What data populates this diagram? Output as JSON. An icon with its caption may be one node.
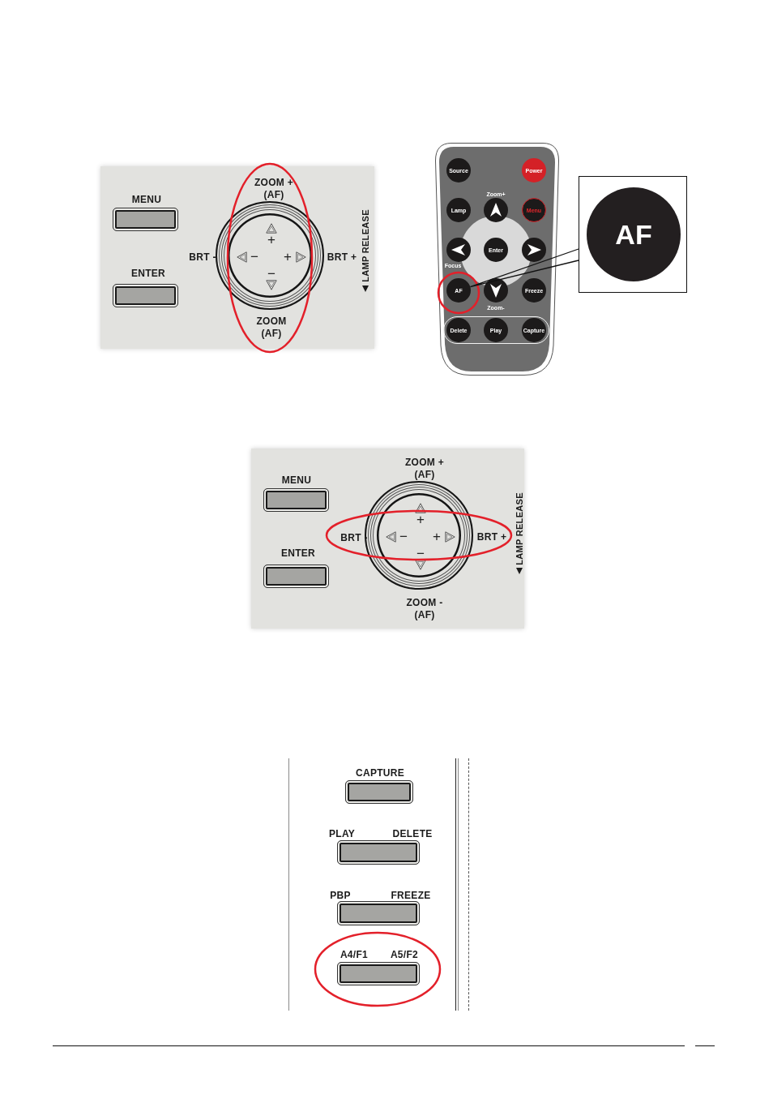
{
  "diagram": {
    "nodes": [
      {
        "text": [],
        "shape": "box"
      },
      {
        "text": [
          "MENU"
        ],
        "in": 0
      },
      {
        "text": [
          "ENTER"
        ],
        "in": 0
      },
      {
        "text": [
          "+",
          "−",
          "+",
          "−"
        ],
        "beside": [
          "ZOOM + (AF)",
          "BRT -",
          "BRT +",
          "ZOOM (AF)"
        ],
        "in": 0
      },
      {
        "text": [],
        "shape": "box"
      },
      {
        "text": [
          "Source"
        ],
        "in": 4
      },
      {
        "text": [
          "Power"
        ],
        "in": 4
      },
      {
        "text": [
          "Lamp"
        ],
        "in": 4
      },
      {
        "text": [],
        "shape": "circle",
        "beside": [
          "Zoom+"
        ],
        "in": 4
      },
      {
        "text": [
          "Menu"
        ],
        "in": 4
      },
      {
        "text": [],
        "shape": "circle",
        "beside": [
          "Focus"
        ],
        "in": 4
      },
      {
        "text": [
          "Enter"
        ],
        "in": 4
      },
      {
        "text": [],
        "shape": "circle",
        "in": 4
      },
      {
        "text": [
          "AF"
        ],
        "in": 4
      },
      {
        "text": [],
        "shape": "circle",
        "beside": [
          "Zoom-"
        ],
        "in": 4
      },
      {
        "text": [
          "Freeze"
        ],
        "in": 4
      },
      {
        "text": [
          "Delete"
        ],
        "in": 4
      },
      {
        "text": [
          "Play"
        ],
        "in": 4
      },
      {
        "text": [
          "Capture"
        ],
        "in": 4
      },
      {
        "text": [],
        "shape": "box"
      },
      {
        "text": [
          "AF"
        ],
        "in": 19
      },
      {
        "text": [],
        "shape": "box"
      },
      {
        "text": [
          "MENU"
        ],
        "in": 21
      },
      {
        "text": [
          "ENTER"
        ],
        "in": 21
      },
      {
        "text": [
          "+",
          "−",
          "+",
          "−"
        ],
        "beside": [
          "ZOOM + (AF)",
          "BRT -",
          "BRT +",
          "ZOOM - (AF)"
        ],
        "in": 21
      },
      {
        "text": [
          "CAPTURE"
        ]
      },
      {
        "text": [
          "PLAY",
          "DELETE"
        ]
      },
      {
        "text": [
          "PBP",
          "FREEZE"
        ]
      },
      {
        "text": [
          "A4/F1",
          "A5/F2"
        ]
      }
    ],
    "edges": [
      {
        "from": 13,
        "to": 19,
        "arrow": "none"
      }
    ],
    "labels": [
      "LAMP RELEASE",
      "LAMP RELEASE"
    ]
  }
}
